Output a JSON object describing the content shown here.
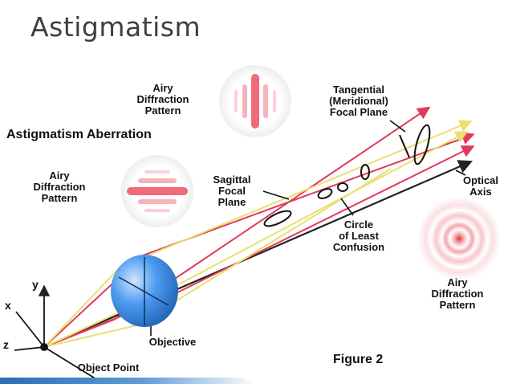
{
  "slide": {
    "title": "Astigmatism"
  },
  "diagram": {
    "heading": "Astigmatism Aberration",
    "labels": {
      "airy_top": "Airy\nDiffraction\nPattern",
      "airy_left": "Airy\nDiffraction\nPattern",
      "airy_right": "Airy\nDiffraction\nPattern",
      "tangential": "Tangential\n(Meridional)\nFocal Plane",
      "sagittal": "Sagittal\nFocal\nPlane",
      "optical_axis": "Optical\nAxis",
      "circle_least_confusion": "Circle\nof Least\nConfusion",
      "objective": "Objective",
      "object_point": "Object Point",
      "figure": "Figure 2",
      "axis_x": "x",
      "axis_y": "y",
      "axis_z": "z"
    },
    "colors": {
      "red_ray": "#e23a5a",
      "yellow_ray": "#e8e070",
      "axis_line": "#222222",
      "lens": "#3d8fe0",
      "accent_bar": "#3b7fc4"
    }
  }
}
